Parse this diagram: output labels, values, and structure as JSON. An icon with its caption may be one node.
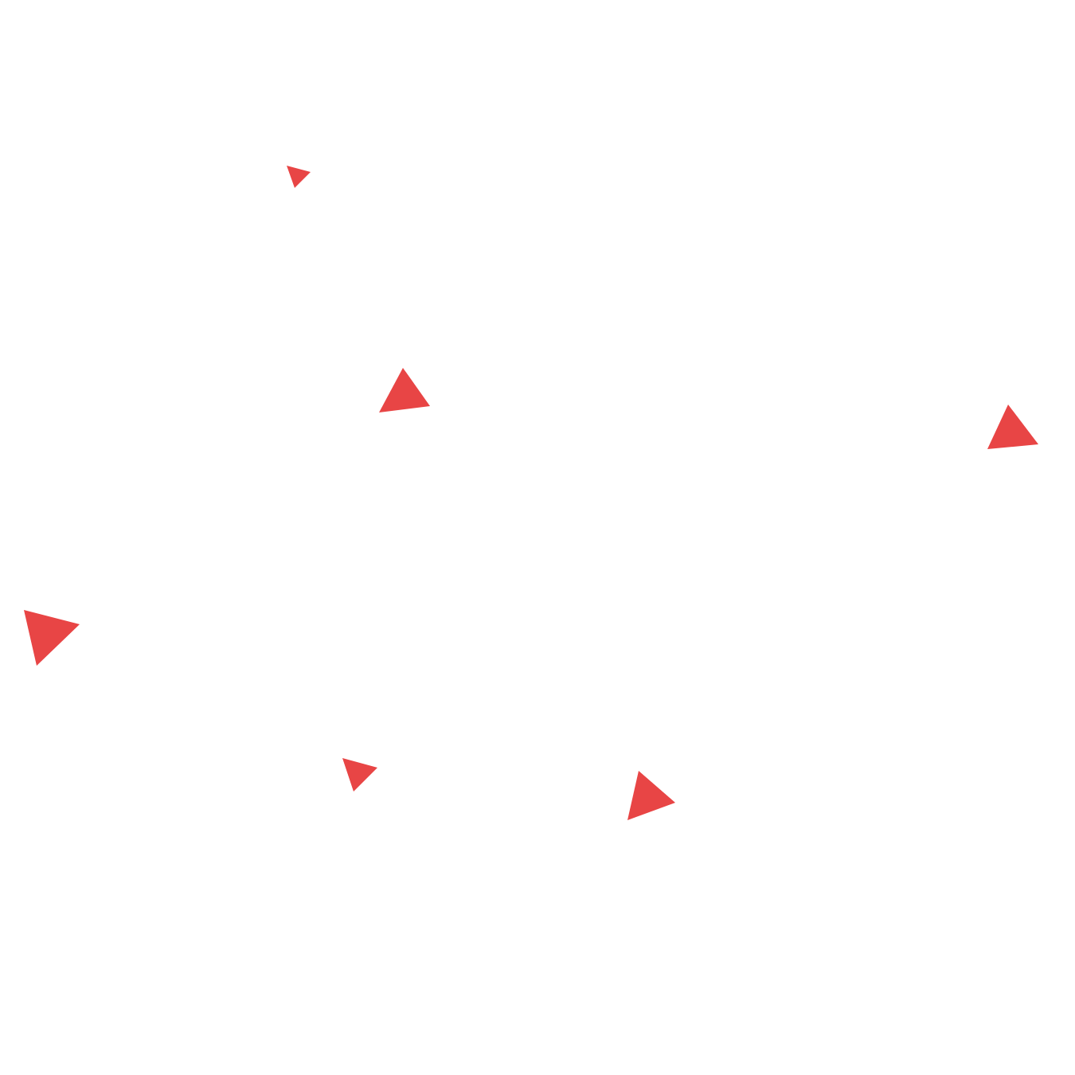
{
  "diagram": {
    "nodes": [
      {
        "text": [],
        "shape": "triangle"
      },
      {
        "text": [],
        "shape": "triangle"
      },
      {
        "text": [],
        "shape": "triangle"
      },
      {
        "text": [],
        "shape": "triangle"
      },
      {
        "text": [],
        "shape": "triangle"
      },
      {
        "text": [],
        "shape": "triangle"
      }
    ]
  }
}
